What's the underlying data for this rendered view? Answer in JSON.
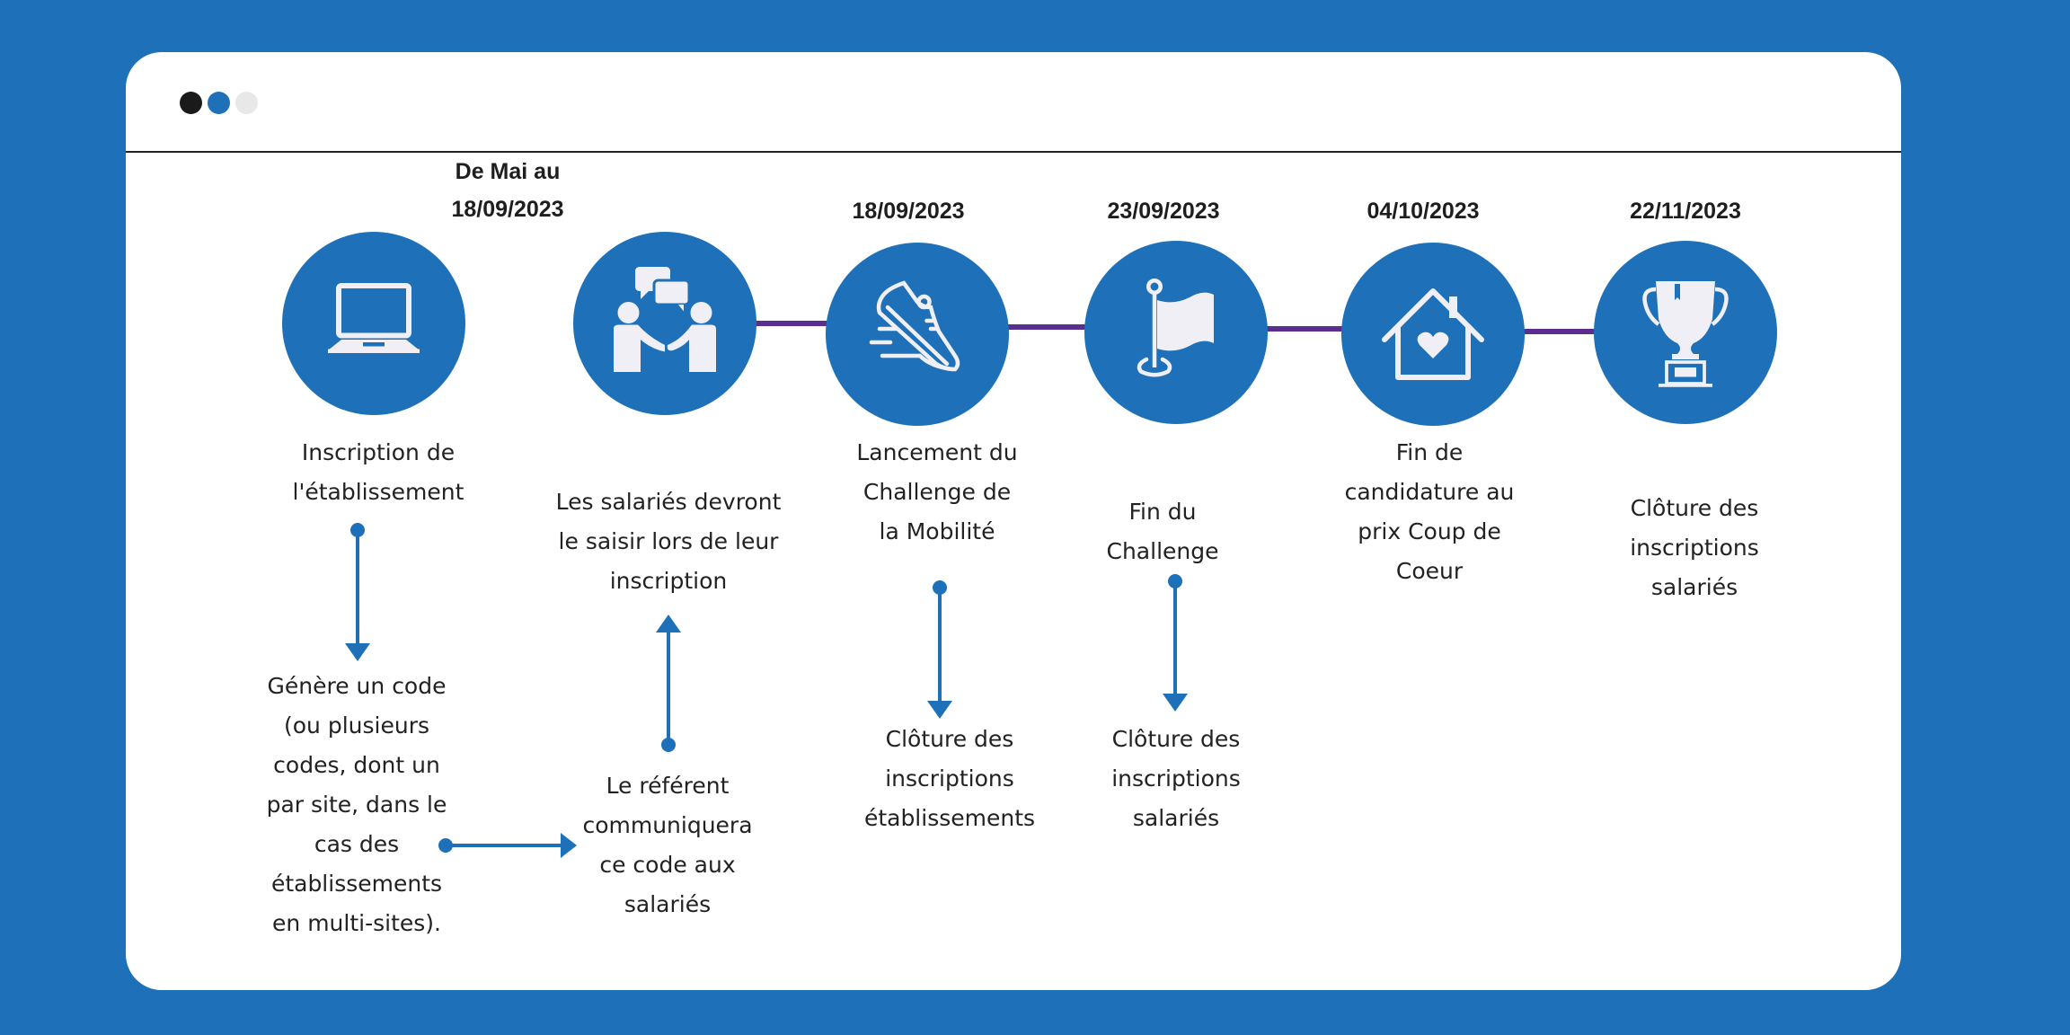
{
  "window": {
    "controls": [
      {
        "name": "close-dot",
        "color": "#1a1a1a"
      },
      {
        "name": "minimize-dot",
        "color": "#1e71b8"
      },
      {
        "name": "maximize-dot",
        "color": "#e8e8e8"
      }
    ]
  },
  "colors": {
    "background": "#1e71b8",
    "accent": "#1e71b8",
    "connector": "#5b2d8e",
    "text": "#222222",
    "icon_fill": "#f1eff6"
  },
  "timeline": {
    "milestones": [
      {
        "date_line1": "De Mai au",
        "date_line2": "18/09/2023",
        "icon": "laptop-icon",
        "label": "Inscription de\nl'établissement"
      },
      {
        "date_line1": "",
        "date_line2": "",
        "icon": "handshake-chat-icon",
        "label": "Les salariés devront\nle saisir lors de leur\ninscription"
      },
      {
        "date_line1": "",
        "date_line2": "18/09/2023",
        "icon": "running-shoe-icon",
        "label": "Lancement du\nChallenge de\nla Mobilité"
      },
      {
        "date_line1": "",
        "date_line2": "23/09/2023",
        "icon": "flag-icon",
        "label": "Fin du\nChallenge"
      },
      {
        "date_line1": "",
        "date_line2": "04/10/2023",
        "icon": "house-heart-icon",
        "label": "Fin de\ncandidature au\nprix Coup de\nCoeur"
      },
      {
        "date_line1": "",
        "date_line2": "22/11/2023",
        "icon": "trophy-icon",
        "label": "Clôture des\ninscriptions\nsalariés"
      }
    ],
    "sub_steps": [
      {
        "label": "Génère un code\n(ou plusieurs\ncodes, dont un\npar site, dans le\ncas des\nétablissements\nen multi-sites)."
      },
      {
        "label": "Le référent\ncommuniquera\nce code aux\nsalariés"
      },
      {
        "label": "Clôture des\ninscriptions\nétablissements"
      },
      {
        "label": "Clôture des\ninscriptions\nsalariés"
      }
    ]
  }
}
